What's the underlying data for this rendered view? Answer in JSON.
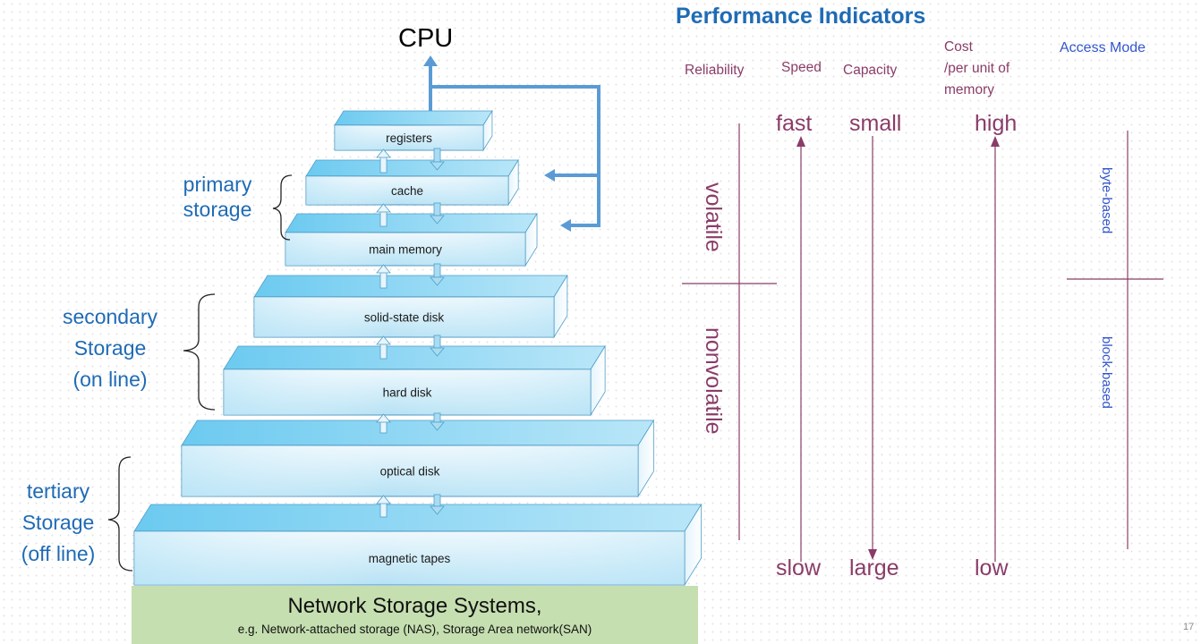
{
  "cpu_label": "CPU",
  "levels": [
    {
      "label": "registers"
    },
    {
      "label": "cache"
    },
    {
      "label": "main memory"
    },
    {
      "label": "solid-state disk"
    },
    {
      "label": "hard disk"
    },
    {
      "label": "optical disk"
    },
    {
      "label": "magnetic tapes"
    }
  ],
  "groups": {
    "primary": [
      "primary",
      "storage"
    ],
    "secondary": [
      "secondary",
      "Storage",
      "(on line)"
    ],
    "tertiary": [
      "tertiary",
      "Storage",
      "(off line)"
    ]
  },
  "network": {
    "title": "Network Storage Systems,",
    "subtitle": "e.g. Network-attached storage (NAS), Storage Area network(SAN)"
  },
  "performance": {
    "title": "Performance Indicators",
    "headers": {
      "reliability": "Reliability",
      "speed": "Speed",
      "capacity": "Capacity",
      "cost_line1": "Cost",
      "cost_line2": "/per unit of",
      "cost_line3": "memory",
      "access_mode": "Access Mode"
    },
    "reliability": {
      "volatile": "volatile",
      "nonvolatile": "nonvolatile"
    },
    "speed": {
      "top": "fast",
      "bottom": "slow"
    },
    "capacity": {
      "top": "small",
      "bottom": "large"
    },
    "cost": {
      "top": "high",
      "bottom": "low"
    },
    "access": {
      "byte": "byte-based",
      "block": "block-based"
    }
  },
  "page_number": "17",
  "colors": {
    "blue_label": "#1f6bb5",
    "indicator": "#8a3c68",
    "access": "#3355cc",
    "network_fill": "#c5dfb0",
    "block_front_light": "#e9f6fd",
    "block_front_dark": "#a9dcf3",
    "block_top": "#66c3ec"
  }
}
